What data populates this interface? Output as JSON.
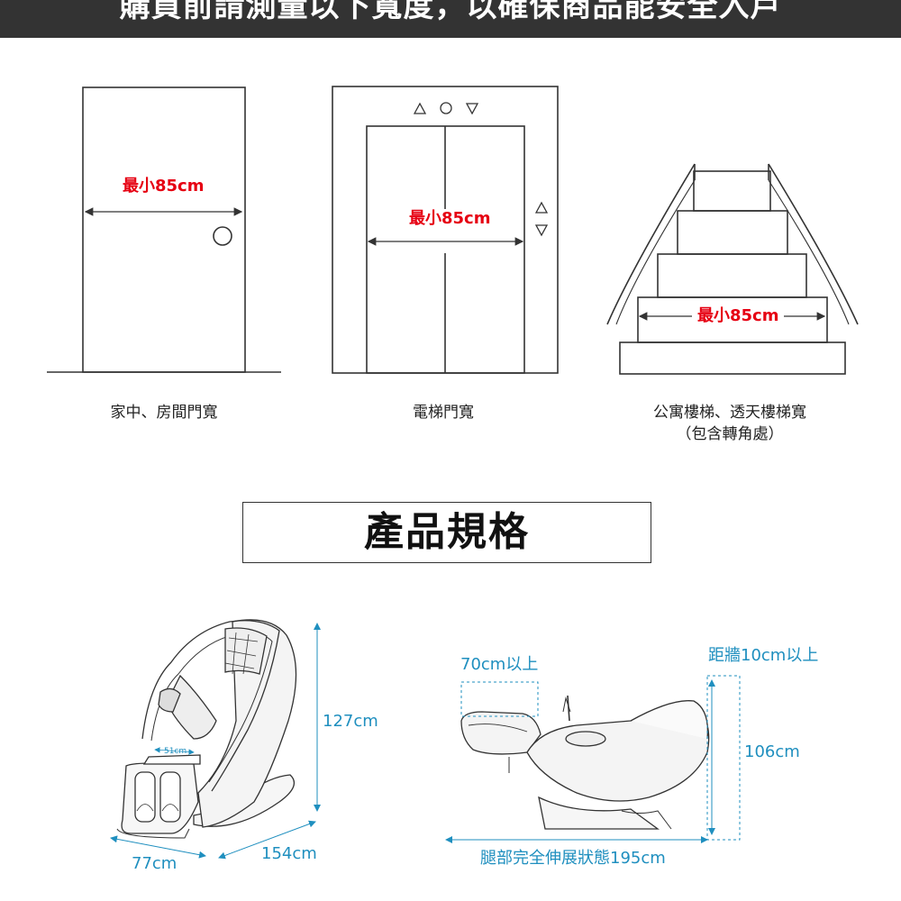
{
  "banner": {
    "text": "購買前請測量以下寬度，以確保商品能安全入戶"
  },
  "measure_panels": [
    {
      "label": "最小85cm",
      "caption": "家中、房間門寬"
    },
    {
      "label": "最小85cm",
      "caption": "電梯門寬"
    },
    {
      "label": "最小85cm",
      "caption_line1": "公寓樓梯、透天樓梯寬",
      "caption_line2": "（包含轉角處）"
    }
  ],
  "section_title": "產品規格",
  "chair_front": {
    "height": "127cm",
    "width": "77cm",
    "length": "154cm",
    "seat_width": "51cm"
  },
  "chair_side": {
    "top_clearance": "70cm以上",
    "wall_distance": "距牆10cm以上",
    "height": "106cm",
    "extended_length": "腿部完全伸展狀態195cm"
  },
  "colors": {
    "accent_red": "#e60012",
    "dimension_blue": "#1f8fbf",
    "line": "#333333"
  }
}
